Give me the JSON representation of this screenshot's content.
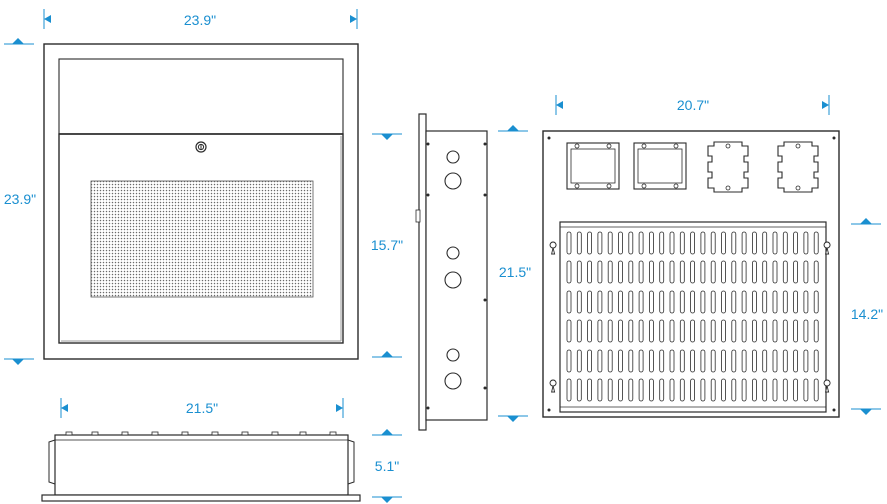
{
  "colors": {
    "dimension": "#1a8fd0",
    "outline": "#2b2b2b",
    "panel_fill": "#ffffff",
    "grille": "#7a7a7a"
  },
  "front_view": {
    "width_label": "23.9\"",
    "height_label": "23.9\"",
    "door_height_label": "15.7\"",
    "lock_icon": "keyhole-lock-icon",
    "grille": "perforated-speaker-grille"
  },
  "side_view": {
    "height_label": "21.5\""
  },
  "interior_view": {
    "width_label": "20.7\"",
    "shelf_height_label": "14.2\"",
    "outlet_boxes": 4
  },
  "bottom_view": {
    "width_label": "21.5\"",
    "depth_label": "5.1\""
  }
}
